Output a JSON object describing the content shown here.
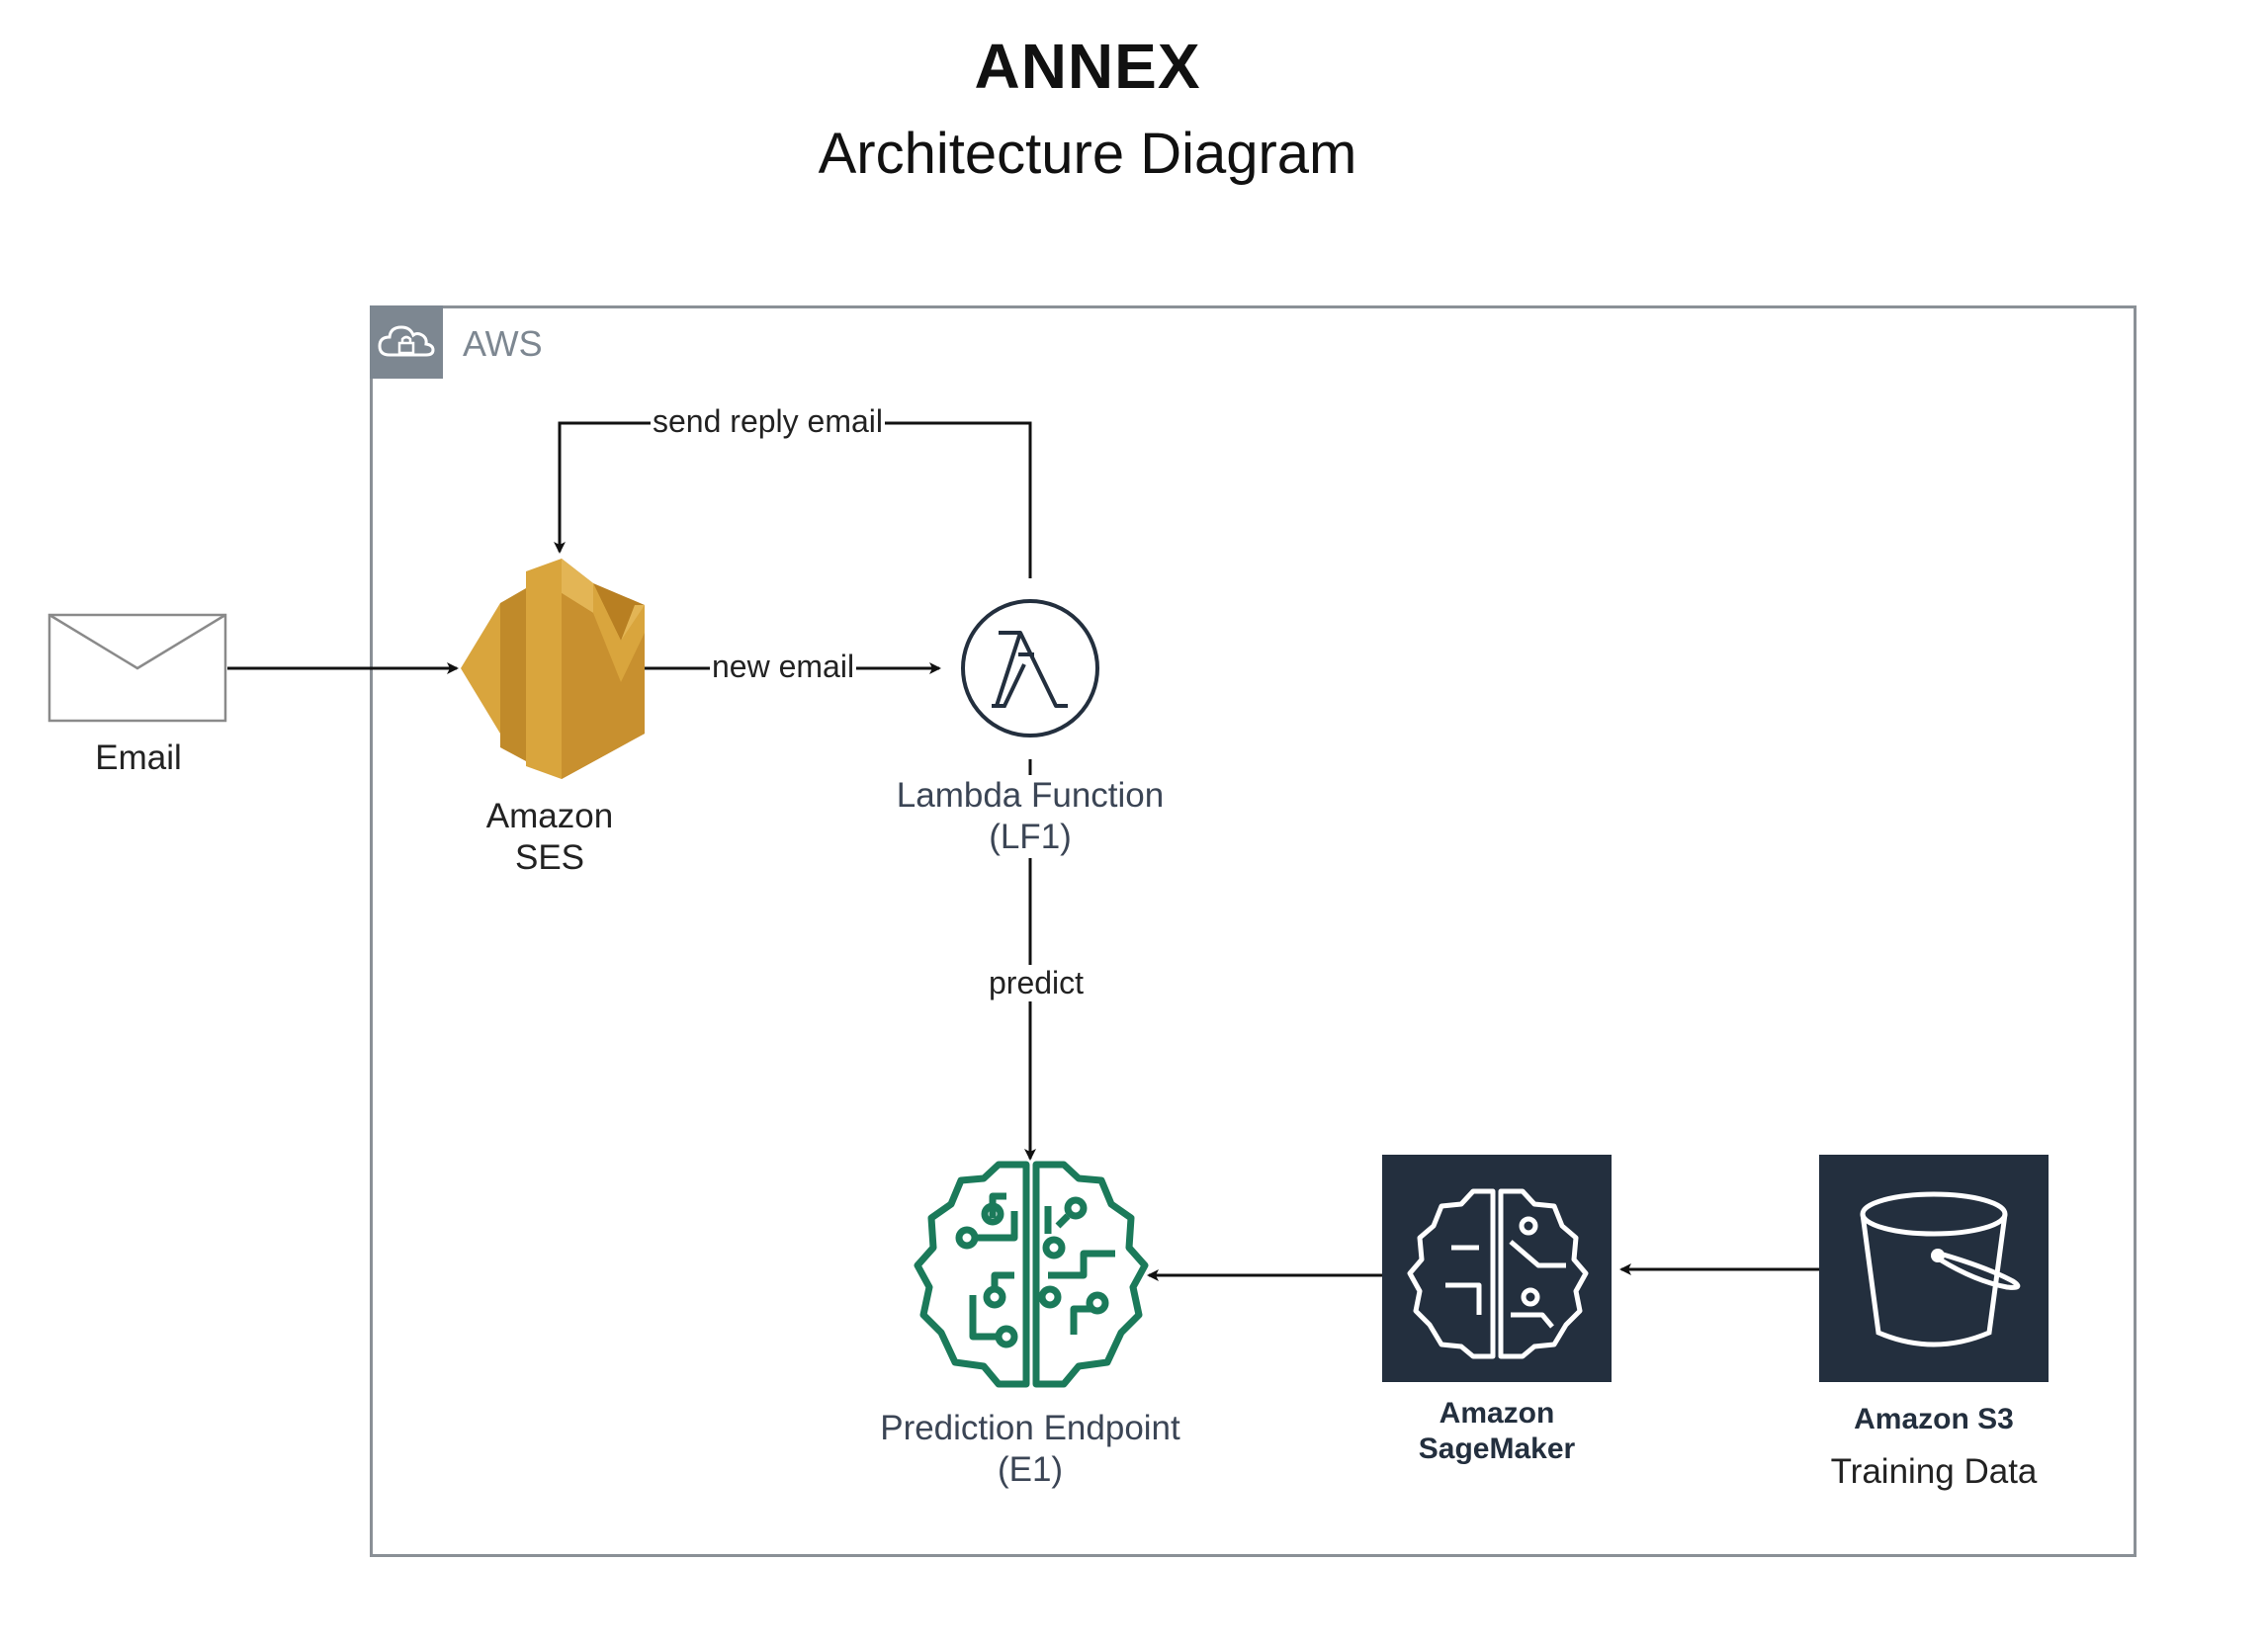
{
  "header": {
    "title": "ANNEX",
    "subtitle": "Architecture Diagram"
  },
  "group": {
    "label": "AWS",
    "icon": "cloud-lock-icon",
    "border_color": "#8a9096",
    "badge_color": "#7d8791"
  },
  "nodes": {
    "email": {
      "label": "Email",
      "icon": "envelope-icon"
    },
    "ses": {
      "label_line1": "Amazon",
      "label_line2": "SES",
      "icon": "amazon-ses-icon",
      "color": "#d9a53d"
    },
    "lambda": {
      "label_line1": "Lambda Function",
      "label_line2": "(LF1)",
      "icon": "lambda-icon"
    },
    "endpoint": {
      "label_line1": "Prediction Endpoint",
      "label_line2": "(E1)",
      "icon": "brain-circuit-icon",
      "color": "#1b7a5a"
    },
    "sagemaker": {
      "label_line1": "Amazon",
      "label_line2": "SageMaker",
      "icon": "sagemaker-icon",
      "tile_color": "#232f3e"
    },
    "s3": {
      "label": "Amazon S3",
      "caption": "Training Data",
      "icon": "s3-bucket-icon",
      "tile_color": "#232f3e"
    }
  },
  "edges": {
    "send_reply": "send reply email",
    "new_email": "new email",
    "predict": "predict"
  }
}
